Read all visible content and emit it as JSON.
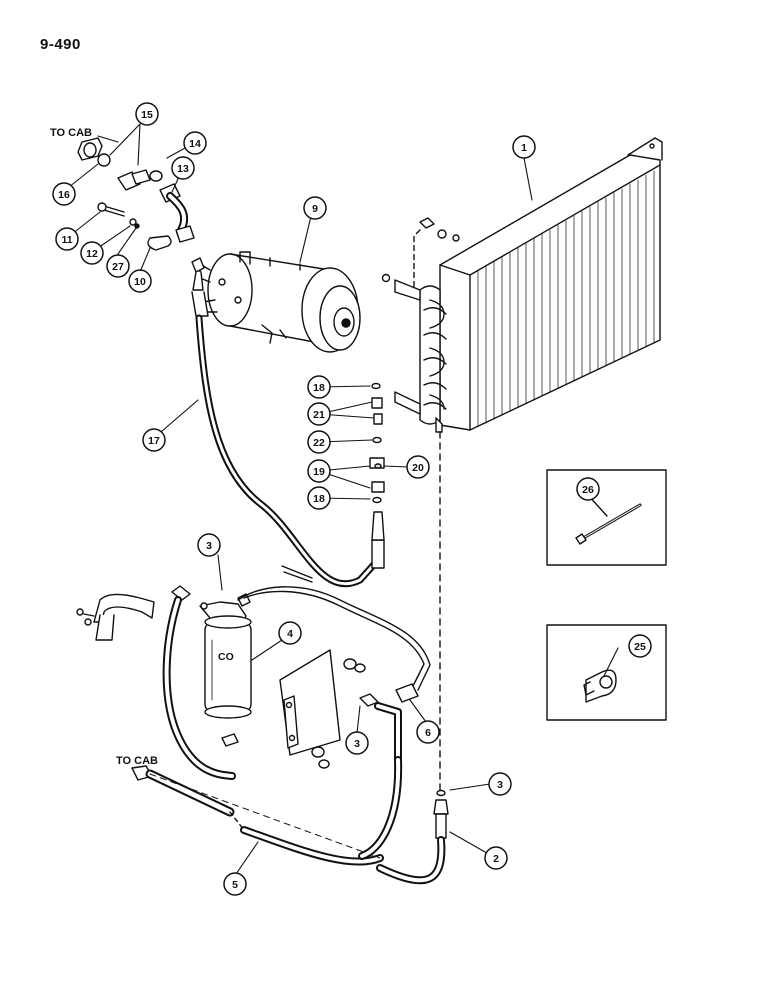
{
  "page_number": "9-490",
  "direction_labels": {
    "top": "TO CAB",
    "bottom": "TO CAB"
  },
  "callouts": [
    "1",
    "2",
    "3",
    "3",
    "3",
    "4",
    "5",
    "6",
    "9",
    "10",
    "11",
    "12",
    "13",
    "14",
    "15",
    "16",
    "17",
    "18",
    "18",
    "19",
    "20",
    "21",
    "22",
    "25",
    "26",
    "27"
  ],
  "inset_callouts": {
    "cable_tie": "26",
    "clamp": "25"
  }
}
